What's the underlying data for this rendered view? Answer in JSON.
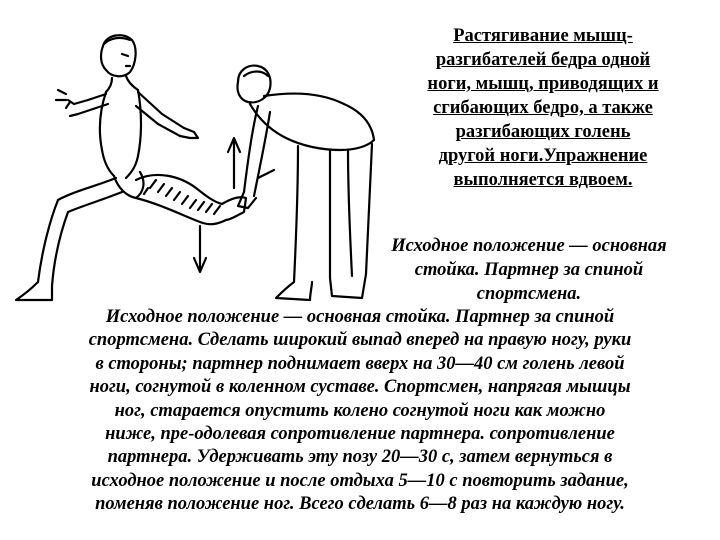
{
  "title_lines": [
    "Растягивание мышц-",
    "разгибателей бедра одной",
    "ноги, мышц, приводящих и",
    "сгибающих бедро, а также",
    "разгибающих голень",
    "другой ноги.Упражнение",
    "выполняется вдвоем."
  ],
  "subtitle_lines": [
    "Исходное положение — основная",
    "стойка. Партнер за спиной",
    "спортсмена."
  ],
  "body_lines": [
    "Исходное положение — основная стойка. Партнер за спиной",
    "спортсмена. Сделать широкий выпад вперед на правую ногу, руки",
    "в стороны; партнер поднимает вверх на 30—40 см голень левой",
    "ноги, согнутой в коленном суставе. Спортсмен, напрягая мышцы",
    "ног, старается опустить колено согнутой ноги как можно",
    "ниже, пре-одолевая сопротивление партнера. сопротивление",
    "партнера. Удерживать эту позу 20—30 с, затем вернуться в",
    "исходное положение и после отдыха 5—10 с повторить задание,",
    "поменяв положение ног. Всего сделать 6—8 раз на каждую ногу."
  ]
}
